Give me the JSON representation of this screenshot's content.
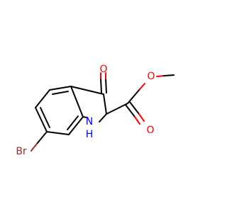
{
  "molecule": {
    "atom_labels": {
      "oxygen_ketone": "O",
      "oxygen_ester_double": "O",
      "oxygen_ester_single": "O",
      "nitrogen": "N",
      "hydrogen_on_n": "H",
      "bromine": "Br"
    },
    "colors": {
      "bond": "#000000",
      "oxygen": "#ff0000",
      "nitrogen": "#0000ff",
      "bromine": "#a52a2a",
      "background": "#ffffff"
    }
  }
}
